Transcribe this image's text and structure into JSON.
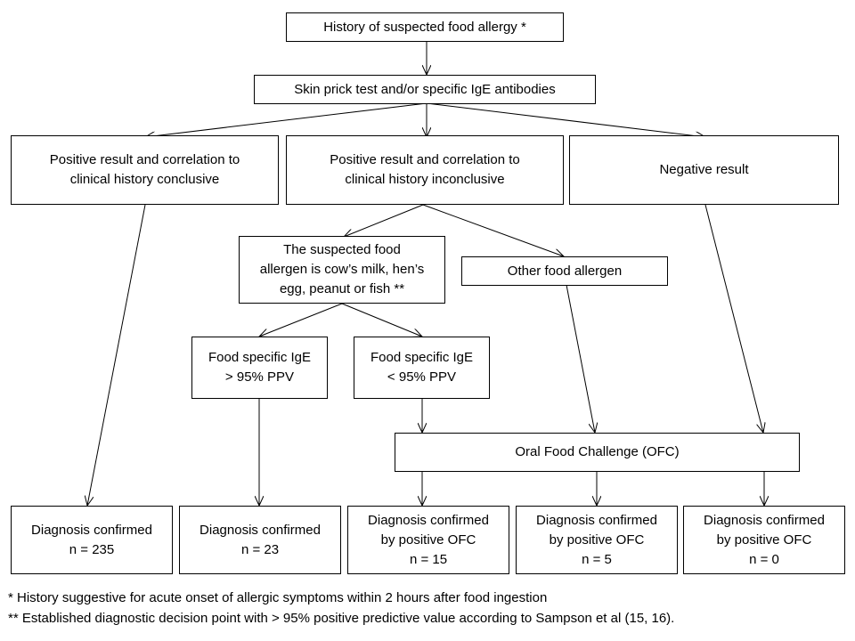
{
  "nodes": {
    "history": "History of suspected food allergy *",
    "skin_prick": "Skin prick test and/or specific IgE antibodies",
    "positive_conclusive": "Positive result and correlation to\nclinical history conclusive",
    "positive_inconclusive": "Positive result and correlation to\nclinical history inconclusive",
    "negative": "Negative result",
    "suspected_allergen": "The suspected food\nallergen is cow’s milk, hen’s\negg, peanut or fish **",
    "other_allergen": "Other food allergen",
    "ige_above": "Food specific IgE\n> 95% PPV",
    "ige_below": "Food specific IgE\n< 95% PPV",
    "ofc": "Oral Food Challenge (OFC)",
    "result_235": "Diagnosis confirmed\nn = 235",
    "result_23": "Diagnosis confirmed\nn = 23",
    "result_15": "Diagnosis confirmed\nby positive OFC\nn = 15",
    "result_5": "Diagnosis confirmed\nby positive OFC\nn = 5",
    "result_0": "Diagnosis confirmed\nby positive OFC\nn = 0"
  },
  "footnotes": {
    "note_1": "* History suggestive for acute onset of allergic symptoms within 2 hours after food ingestion",
    "note_2": "** Established diagnostic decision point with > 95% positive predictive value according to Sampson et al (15, 16)."
  },
  "colors": {
    "line": "#000000",
    "box_border": "#000000",
    "background": "#ffffff"
  }
}
